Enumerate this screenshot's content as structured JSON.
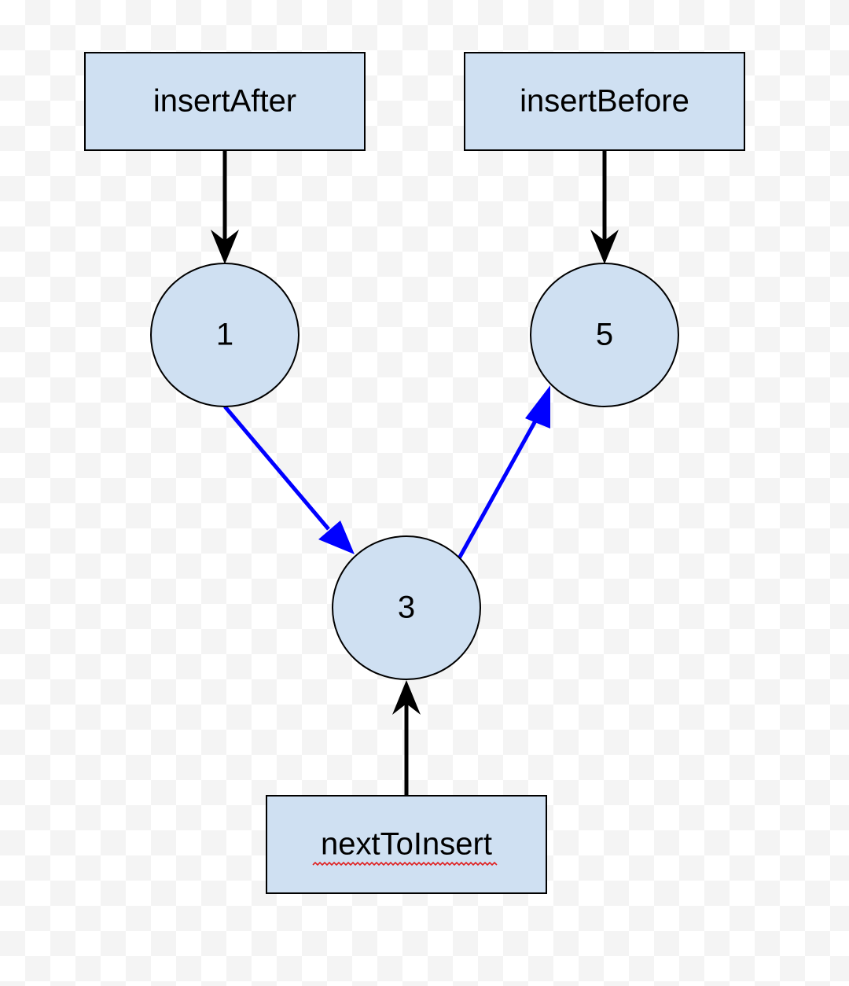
{
  "colors": {
    "node_fill": "#cfe0f2",
    "node_stroke": "#000000",
    "pointer_arrow": "#000000",
    "link_arrow": "#0000ff",
    "spellcheck_underline": "#e02020"
  },
  "boxes": {
    "insert_after": "insertAfter",
    "insert_before": "insertBefore",
    "next_to_insert": "nextToInsert"
  },
  "nodes": {
    "node_1": "1",
    "node_5": "5",
    "node_3": "3"
  }
}
